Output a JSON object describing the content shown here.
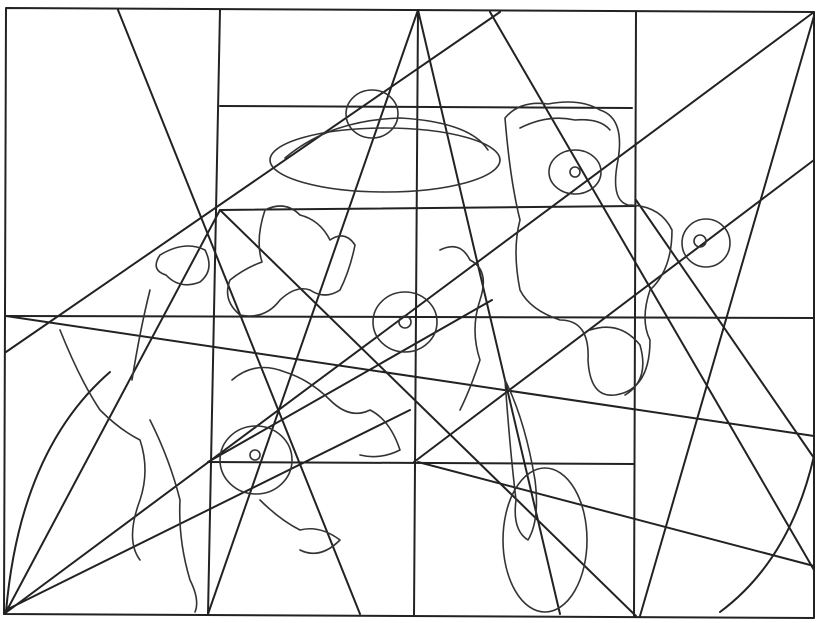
{
  "figure": {
    "description_visible_text": "",
    "colors": {
      "background": "#ffffff",
      "line": "#222222"
    },
    "layers": [
      "frame",
      "grid",
      "diagonals",
      "outlines"
    ]
  }
}
